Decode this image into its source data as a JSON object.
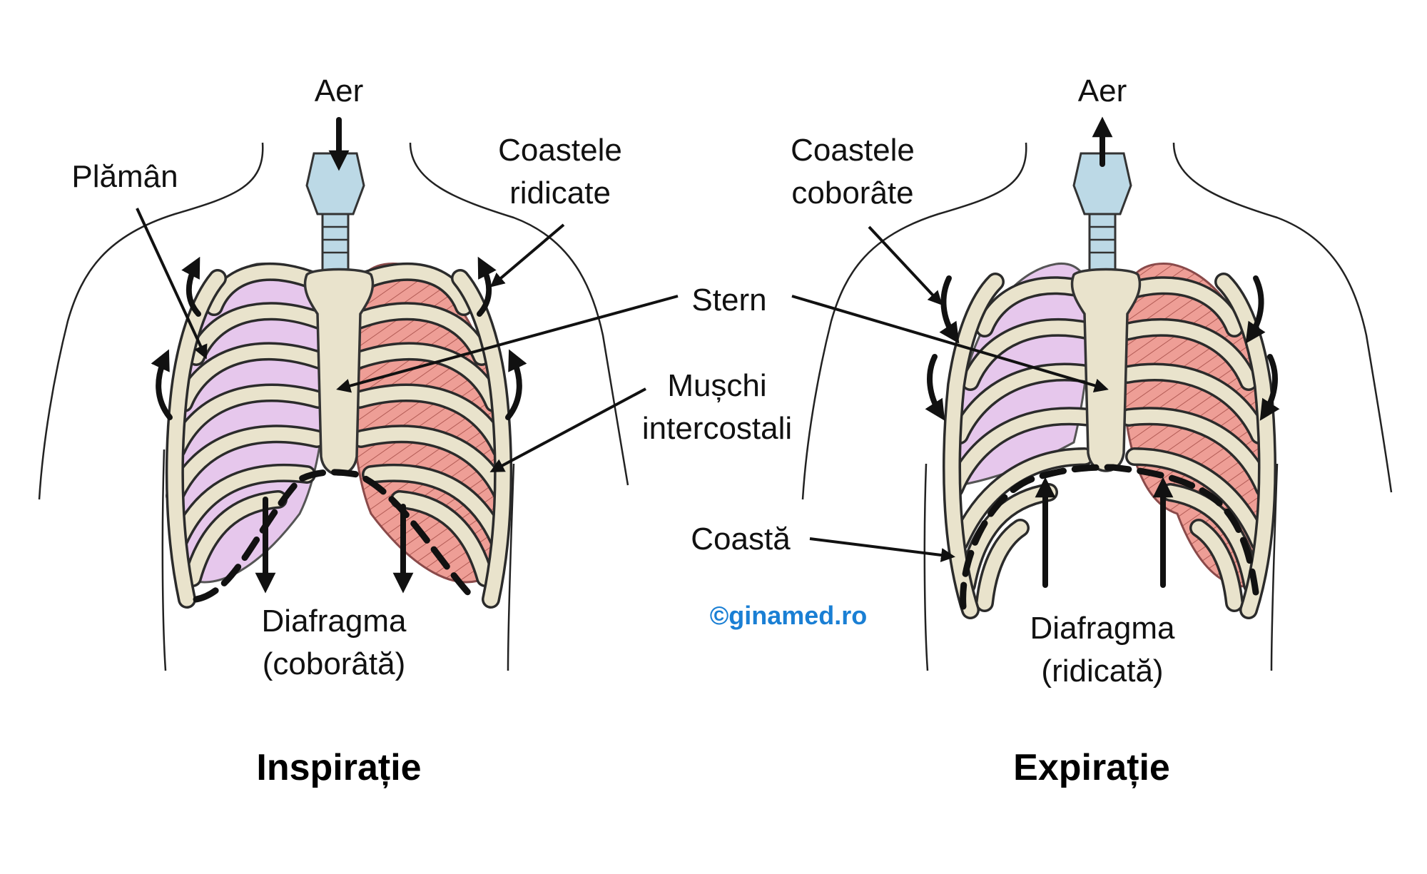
{
  "colors": {
    "lung": "#e6c7ec",
    "muscle": "#ee9e96",
    "bone": "#e9e3cc",
    "trachea": "#bcd9e6",
    "outline": "#222222",
    "brand": "#1a7fd4"
  },
  "left_panel": {
    "title": "Inspirație",
    "labels": {
      "air": "Aer",
      "lung": "Plămân",
      "ribs_raised_line1": "Coastele",
      "ribs_raised_line2": "ridicate",
      "diaphragm_line1": "Diafragma",
      "diaphragm_line2": "(coborâtă)"
    }
  },
  "center_labels": {
    "sternum": "Stern",
    "muscles_line1": "Mușchi",
    "muscles_line2": "intercostali",
    "rib": "Coastă",
    "brand": "©ginamed.ro"
  },
  "right_panel": {
    "title": "Expirație",
    "labels": {
      "air": "Aer",
      "ribs_lowered_line1": "Coastele",
      "ribs_lowered_line2": "coborâte",
      "diaphragm_line1": "Diafragma",
      "diaphragm_line2": "(ridicată)"
    }
  }
}
